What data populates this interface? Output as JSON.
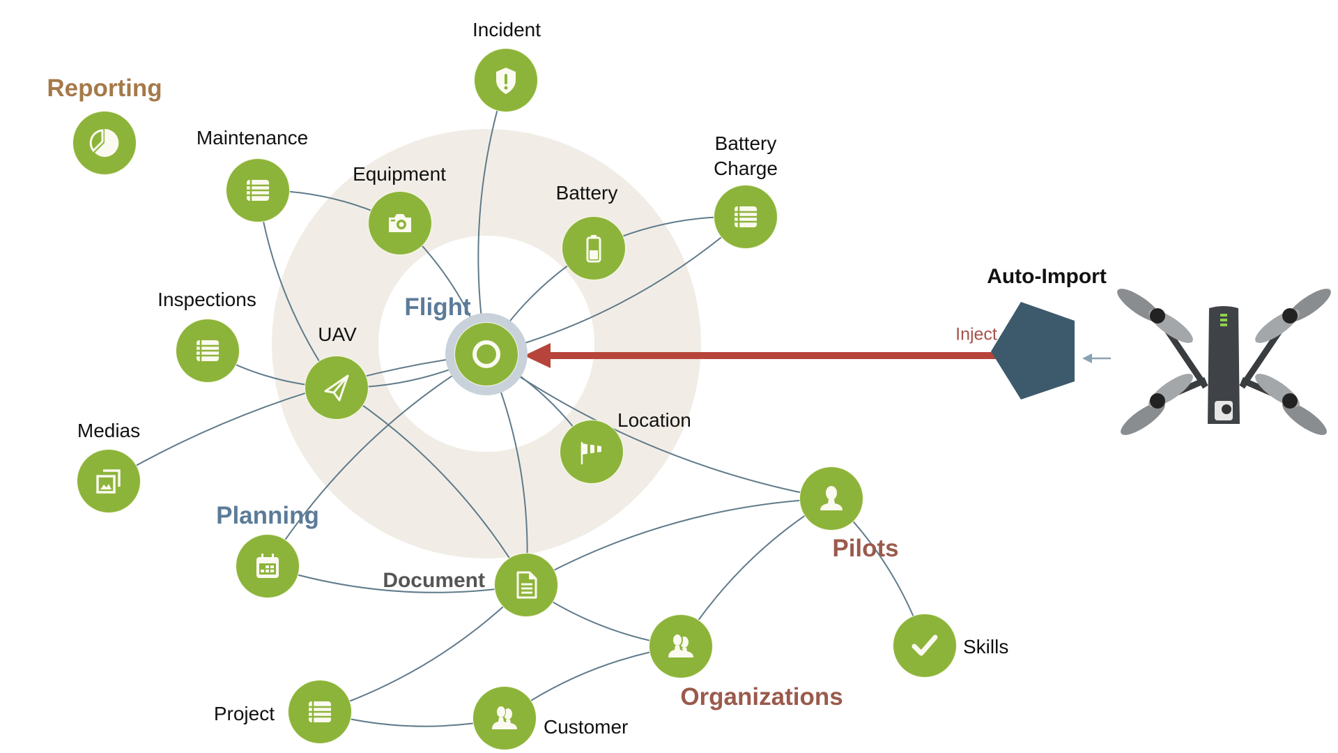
{
  "diagram": {
    "title": "Flight data model",
    "colors": {
      "node_fill": "#8db43a",
      "ring_fill": "#f1ede6",
      "edge": "#5f7a8a",
      "inject_arrow": "#b6443a",
      "pentagon": "#3d5a6c",
      "flight_label": "#5b7b98",
      "planning_label": "#5b7b98",
      "reporting_label": "#a5794a",
      "pilots_label": "#9a5a4c",
      "document_label": "#555555"
    },
    "nodes": [
      {
        "id": "reporting",
        "label": "Reporting",
        "icon": "pie-chart-icon",
        "style": "bold",
        "color_key": "reporting_label"
      },
      {
        "id": "incident",
        "label": "Incident",
        "icon": "shield-alert-icon",
        "style": "plain"
      },
      {
        "id": "maintenance",
        "label": "Maintenance",
        "icon": "list-icon",
        "style": "plain"
      },
      {
        "id": "equipment",
        "label": "Equipment",
        "icon": "camera-icon",
        "style": "plain"
      },
      {
        "id": "battery",
        "label": "Battery",
        "icon": "battery-icon",
        "style": "plain"
      },
      {
        "id": "battery_charge",
        "label_line1": "Battery",
        "label_line2": "Charge",
        "icon": "list-icon",
        "style": "plain"
      },
      {
        "id": "flight",
        "label": "Flight",
        "icon": "ring-icon",
        "style": "bold",
        "color_key": "flight_label"
      },
      {
        "id": "inspections",
        "label": "Inspections",
        "icon": "list-icon",
        "style": "plain"
      },
      {
        "id": "uav",
        "label": "UAV",
        "icon": "paper-plane-icon",
        "style": "plain"
      },
      {
        "id": "medias",
        "label": "Medias",
        "icon": "images-icon",
        "style": "plain"
      },
      {
        "id": "location",
        "label": "Location",
        "icon": "windsock-icon",
        "style": "plain"
      },
      {
        "id": "planning",
        "label": "Planning",
        "icon": "calendar-icon",
        "style": "bold",
        "color_key": "planning_label"
      },
      {
        "id": "document",
        "label": "Document",
        "icon": "document-icon",
        "style": "bold",
        "color_key": "document_label"
      },
      {
        "id": "pilots",
        "label": "Pilots",
        "icon": "user-icon",
        "style": "bold",
        "color_key": "pilots_label"
      },
      {
        "id": "organizations",
        "label": "Organizations",
        "icon": "users-icon",
        "style": "bold",
        "color_key": "pilots_label"
      },
      {
        "id": "skills",
        "label": "Skills",
        "icon": "checkmark-icon",
        "style": "plain"
      },
      {
        "id": "project",
        "label": "Project",
        "icon": "list-icon",
        "style": "plain"
      },
      {
        "id": "customer",
        "label": "Customer",
        "icon": "users-icon",
        "style": "plain"
      }
    ],
    "edges": [
      [
        "flight",
        "incident"
      ],
      [
        "flight",
        "equipment"
      ],
      [
        "flight",
        "battery"
      ],
      [
        "flight",
        "battery_charge"
      ],
      [
        "flight",
        "uav"
      ],
      [
        "flight",
        "medias"
      ],
      [
        "flight",
        "location"
      ],
      [
        "flight",
        "planning"
      ],
      [
        "flight",
        "document"
      ],
      [
        "flight",
        "pilots"
      ],
      [
        "maintenance",
        "equipment"
      ],
      [
        "maintenance",
        "uav"
      ],
      [
        "battery",
        "battery_charge"
      ],
      [
        "inspections",
        "uav"
      ],
      [
        "uav",
        "document"
      ],
      [
        "planning",
        "document"
      ],
      [
        "document",
        "pilots"
      ],
      [
        "document",
        "organizations"
      ],
      [
        "document",
        "project"
      ],
      [
        "pilots",
        "organizations"
      ],
      [
        "pilots",
        "skills"
      ],
      [
        "project",
        "customer"
      ],
      [
        "customer",
        "organizations"
      ]
    ],
    "auto_import": {
      "title": "Auto-Import",
      "arrow_label": "Inject",
      "source_image": "drone-image"
    }
  }
}
